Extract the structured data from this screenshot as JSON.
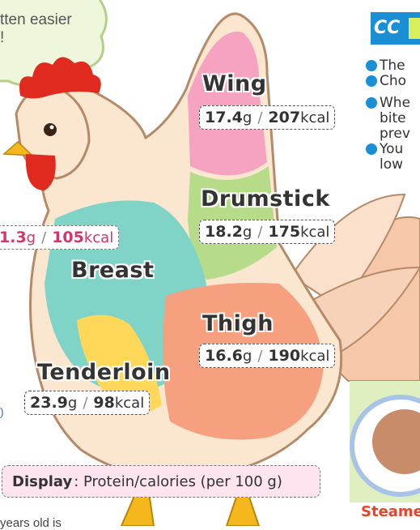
{
  "cloud": {
    "text": "tten easier\n!"
  },
  "parts": {
    "wing": {
      "name": "Wing",
      "protein": "17.4",
      "calories": "207"
    },
    "drumstick": {
      "name": "Drumstick",
      "protein": "18.2",
      "calories": "175"
    },
    "breast": {
      "name": "Breast",
      "protein": "1.3",
      "calories": "105"
    },
    "thigh": {
      "name": "Thigh",
      "protein": "16.6",
      "calories": "190"
    },
    "tenderloin": {
      "name": "Tenderloin",
      "protein": "23.9",
      "calories": "98"
    }
  },
  "units": {
    "protein": "g",
    "calories": "kcal",
    "sep": "/"
  },
  "display": {
    "label": "Display",
    "text": ": Protein/calories (per 100 g)"
  },
  "right_panel": {
    "header": "CC",
    "bullets": [
      [
        "The"
      ],
      [
        "Cho"
      ],
      [
        "Whe",
        "bite",
        "prev"
      ],
      [
        "You",
        "low"
      ]
    ]
  },
  "steamed": "Steame",
  "bottom_note": "years old is",
  "small_blue": ")",
  "colors": {
    "wing": "#f5a3c0",
    "drumstick": "#b6dc8a",
    "breast": "#7fd3c7",
    "thigh": "#f7a07f",
    "tenderloin": "#ffd85a",
    "body": "#fbe6cf",
    "comb": "#e02a1f",
    "accent_blue": "#1a8fd6",
    "display_bg": "#fde4ee"
  }
}
